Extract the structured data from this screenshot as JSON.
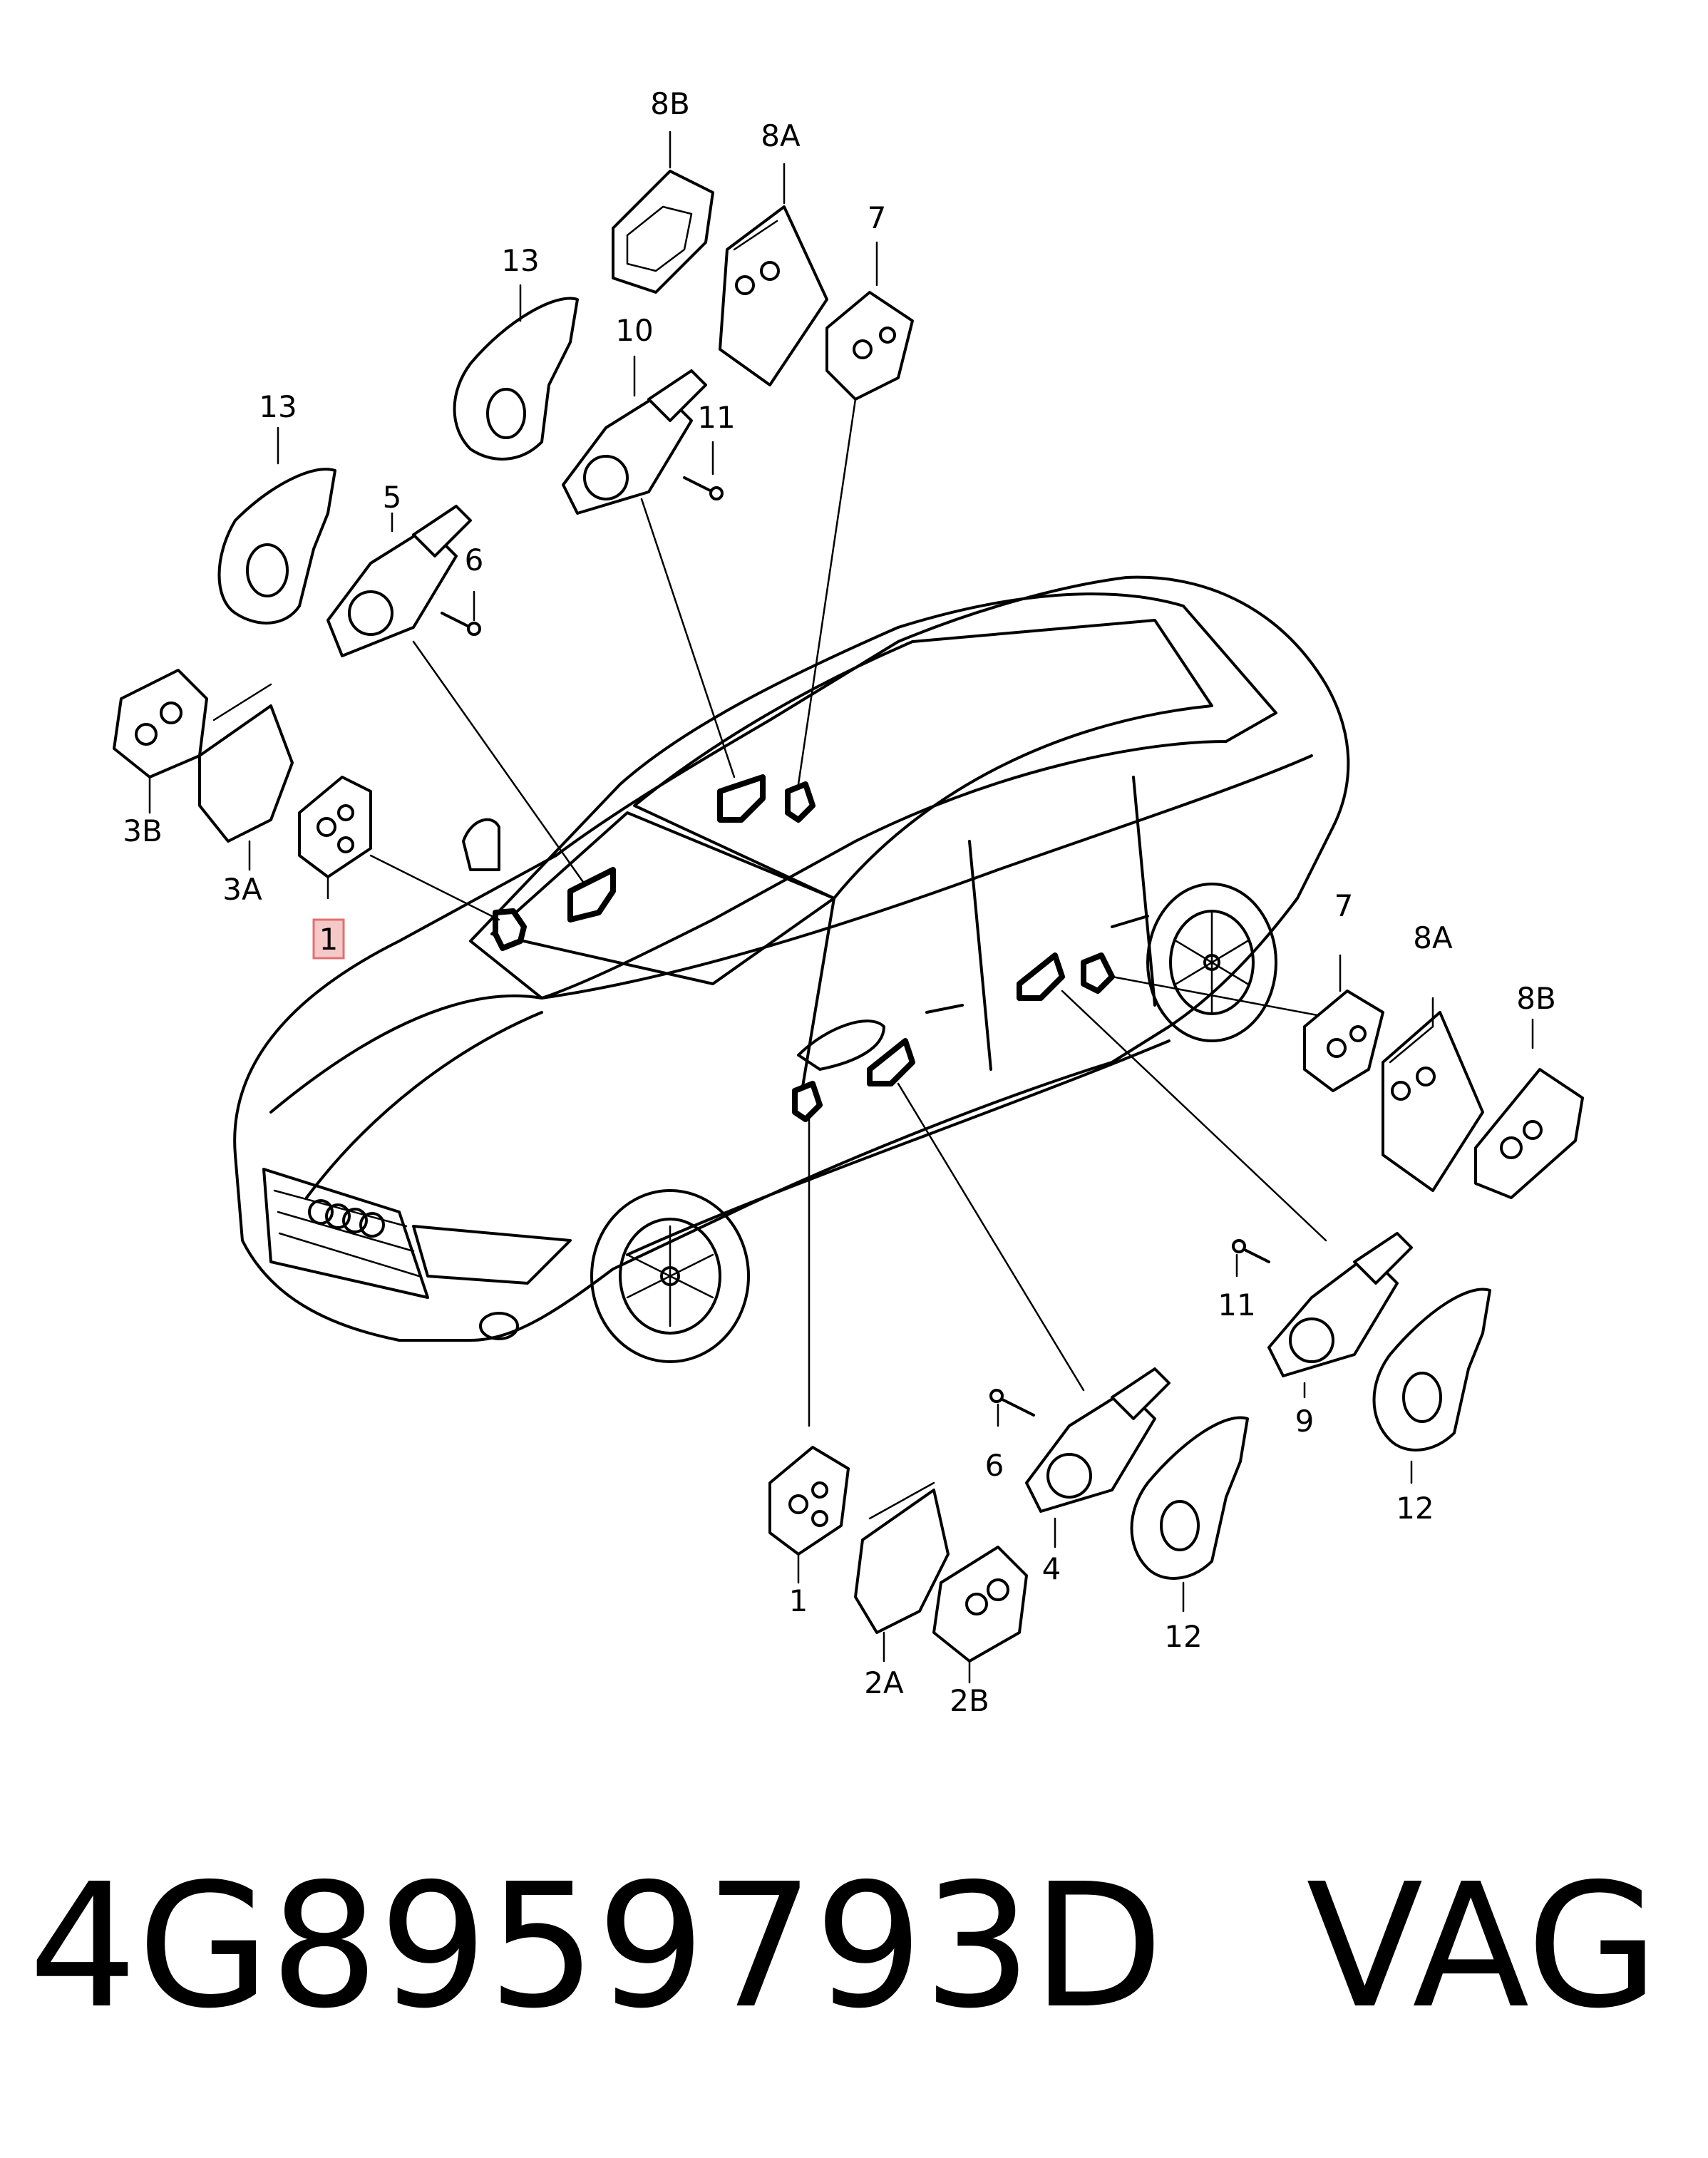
{
  "callouts": {
    "c1_top": "1",
    "c1_bottom": "1",
    "c2a": "2A",
    "c2b": "2B",
    "c3a": "3A",
    "c3b": "3B",
    "c4": "4",
    "c5": "5",
    "c6_top": "6",
    "c6_bottom": "6",
    "c7_top": "7",
    "c7_right": "7",
    "c8a_top": "8A",
    "c8a_right": "8A",
    "c8b_top": "8B",
    "c8b_right": "8B",
    "c9": "9",
    "c10": "10",
    "c11_top": "11",
    "c11_right": "11",
    "c12_bottom": "12",
    "c12_right": "12",
    "c13_left": "13",
    "c13_top": "13"
  },
  "footer": {
    "part_number": "4G8959793D",
    "brand": "VAG"
  },
  "colors": {
    "line": "#000000",
    "highlight": "#f6c9c9"
  }
}
